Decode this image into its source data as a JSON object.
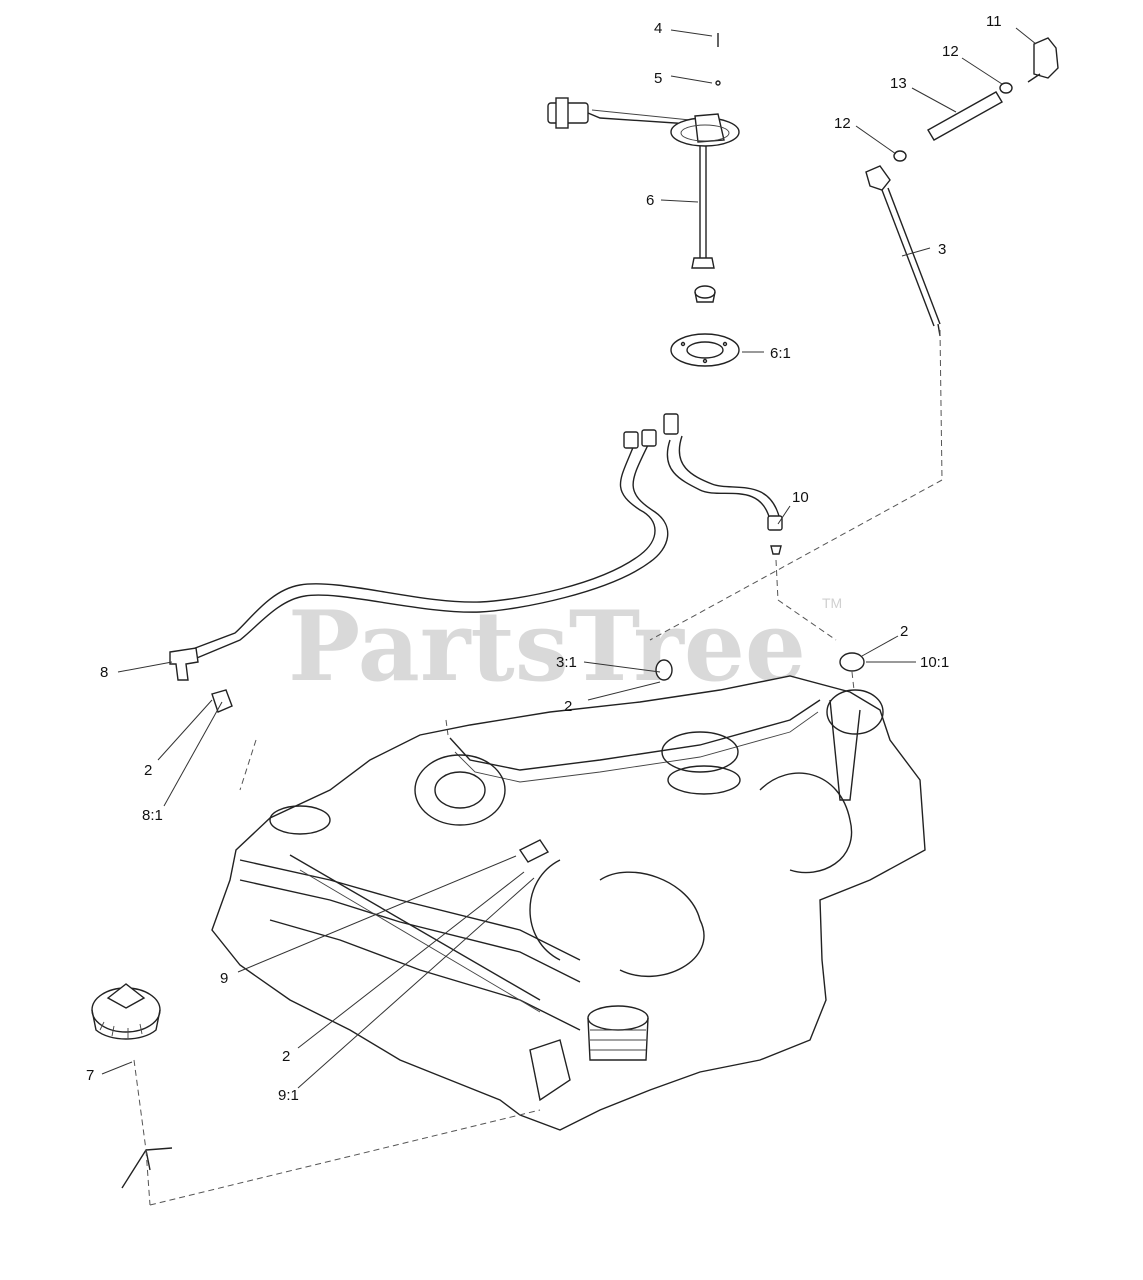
{
  "watermark": {
    "text": "PartsTree",
    "trademark": "TM"
  },
  "callouts": {
    "c4": "4",
    "c5": "5",
    "c6": "6",
    "c6_1": "6:1",
    "c11": "11",
    "c12_top": "12",
    "c13": "13",
    "c12_left": "12",
    "c3": "3",
    "c10": "10",
    "c2_right": "2",
    "c10_1": "10:1",
    "c3_1": "3:1",
    "c2_mid": "2",
    "c8": "8",
    "c2_left": "2",
    "c8_1": "8:1",
    "c9": "9",
    "c2_bottom": "2",
    "c9_1": "9:1",
    "c7": "7"
  }
}
